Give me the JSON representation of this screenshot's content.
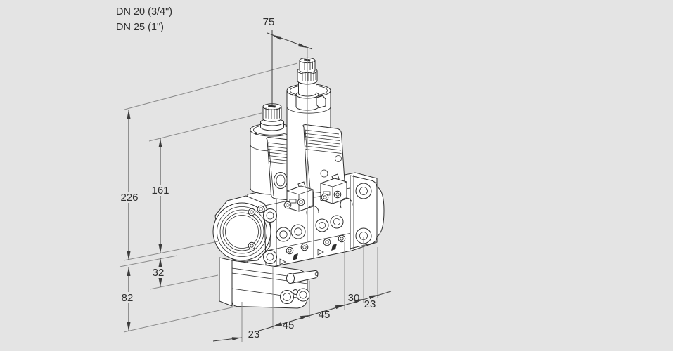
{
  "background_color": "#e4e4e4",
  "drawing_line_color": "#2d2d2d",
  "dimension_line_color": "#3c3c3c",
  "reference_line_color": "#8b8b8b",
  "header": {
    "size_line_1": "DN 20 (3/4\")",
    "size_line_2": "DN 25 (1\")"
  },
  "dimensions": {
    "actuator_offset_top": "75",
    "overall_height": "226",
    "left_actuator_height": "161",
    "flange_drop": "32",
    "lower_unit_height": "82",
    "front_depth": "23",
    "module_width_1": "45",
    "module_width_2": "45",
    "outlet_flange_width": "30",
    "outlet_edge_offset": "23"
  }
}
